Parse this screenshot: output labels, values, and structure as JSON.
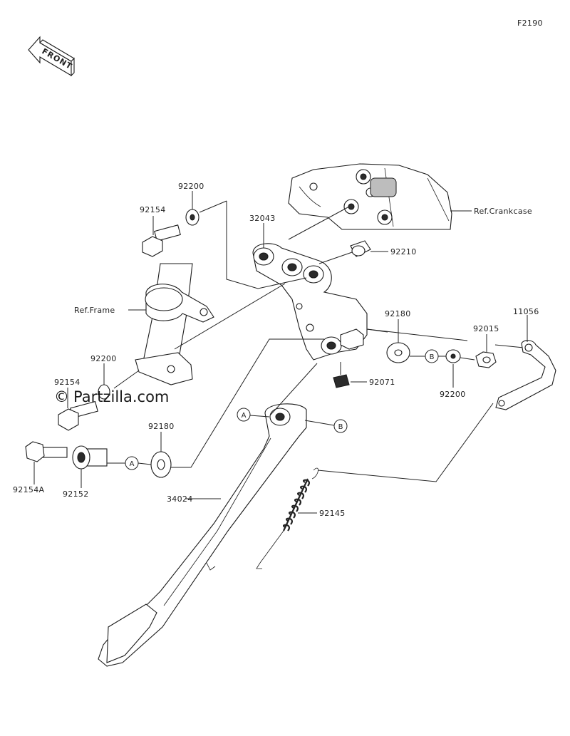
{
  "figure_code": "F2190",
  "front_label": "FRONT",
  "watermark": {
    "symbol": "©",
    "text": "Partzilla.com"
  },
  "refs": {
    "crankcase": "Ref.Crankcase",
    "frame": "Ref.Frame"
  },
  "callouts": {
    "a": "A",
    "b": "B"
  },
  "parts": {
    "bolt_top": "92154",
    "washer_top": "92200",
    "bracket": "32043",
    "collar_top": "92210",
    "washer_mid": "92180",
    "nut": "92015",
    "switch": "11056",
    "washer_right": "92200",
    "grommet": "92071",
    "washer_left": "92200",
    "bolt_left": "92154",
    "washer_low": "92180",
    "bolt_low": "92154A",
    "collar_low": "92152",
    "stand": "34024",
    "spring": "92145"
  }
}
